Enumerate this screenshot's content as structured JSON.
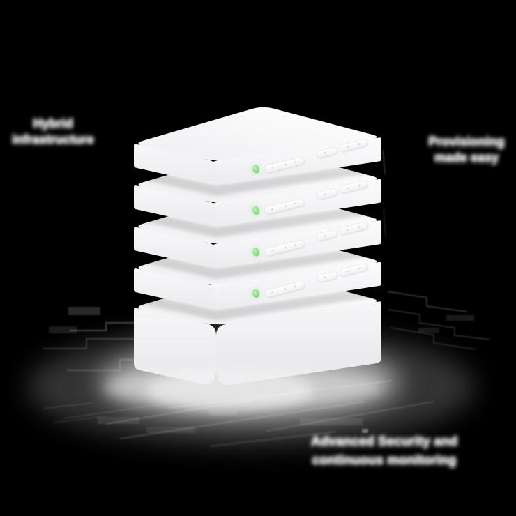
{
  "scene": {
    "background_color": "#000000",
    "device_stack": {
      "description": "isometric-stack-of-server-nodes",
      "unit_count": 5,
      "device_color": "#f6f6f8",
      "led_color": "#7ed87a",
      "units": [
        {
          "type": "server-node",
          "led": true,
          "ports": 3
        },
        {
          "type": "server-node",
          "led": true,
          "ports": 3
        },
        {
          "type": "server-node",
          "led": true,
          "ports": 3
        },
        {
          "type": "server-node",
          "led": true,
          "ports": 3
        },
        {
          "type": "base-unit",
          "led": false,
          "ports": 0
        }
      ]
    },
    "labels": {
      "top_left": {
        "line1": "Hybrid",
        "line2": "infrastructure"
      },
      "top_right": {
        "line1": "Provisioning",
        "line2": "made easy"
      },
      "bottom": {
        "line1": "Advanced Security and",
        "line2": "continuous monitoring"
      }
    }
  }
}
